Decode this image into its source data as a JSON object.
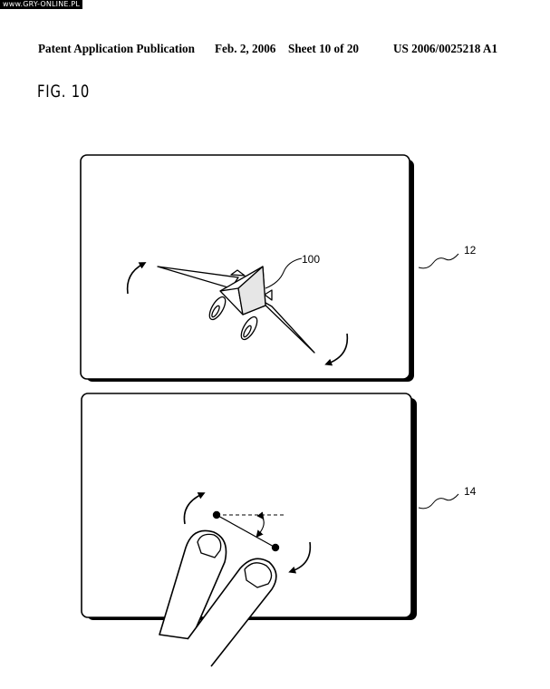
{
  "watermark": "www.GRY-ONLINE.PL",
  "header": {
    "publication": "Patent Application Publication",
    "date": "Feb. 2, 2006",
    "sheet": "Sheet 10 of 20",
    "number": "US 2006/0025218 A1"
  },
  "figure": {
    "label": "FIG. 10",
    "ref_aircraft": "100",
    "ref_upper_screen": "12",
    "ref_lower_screen": "14"
  }
}
